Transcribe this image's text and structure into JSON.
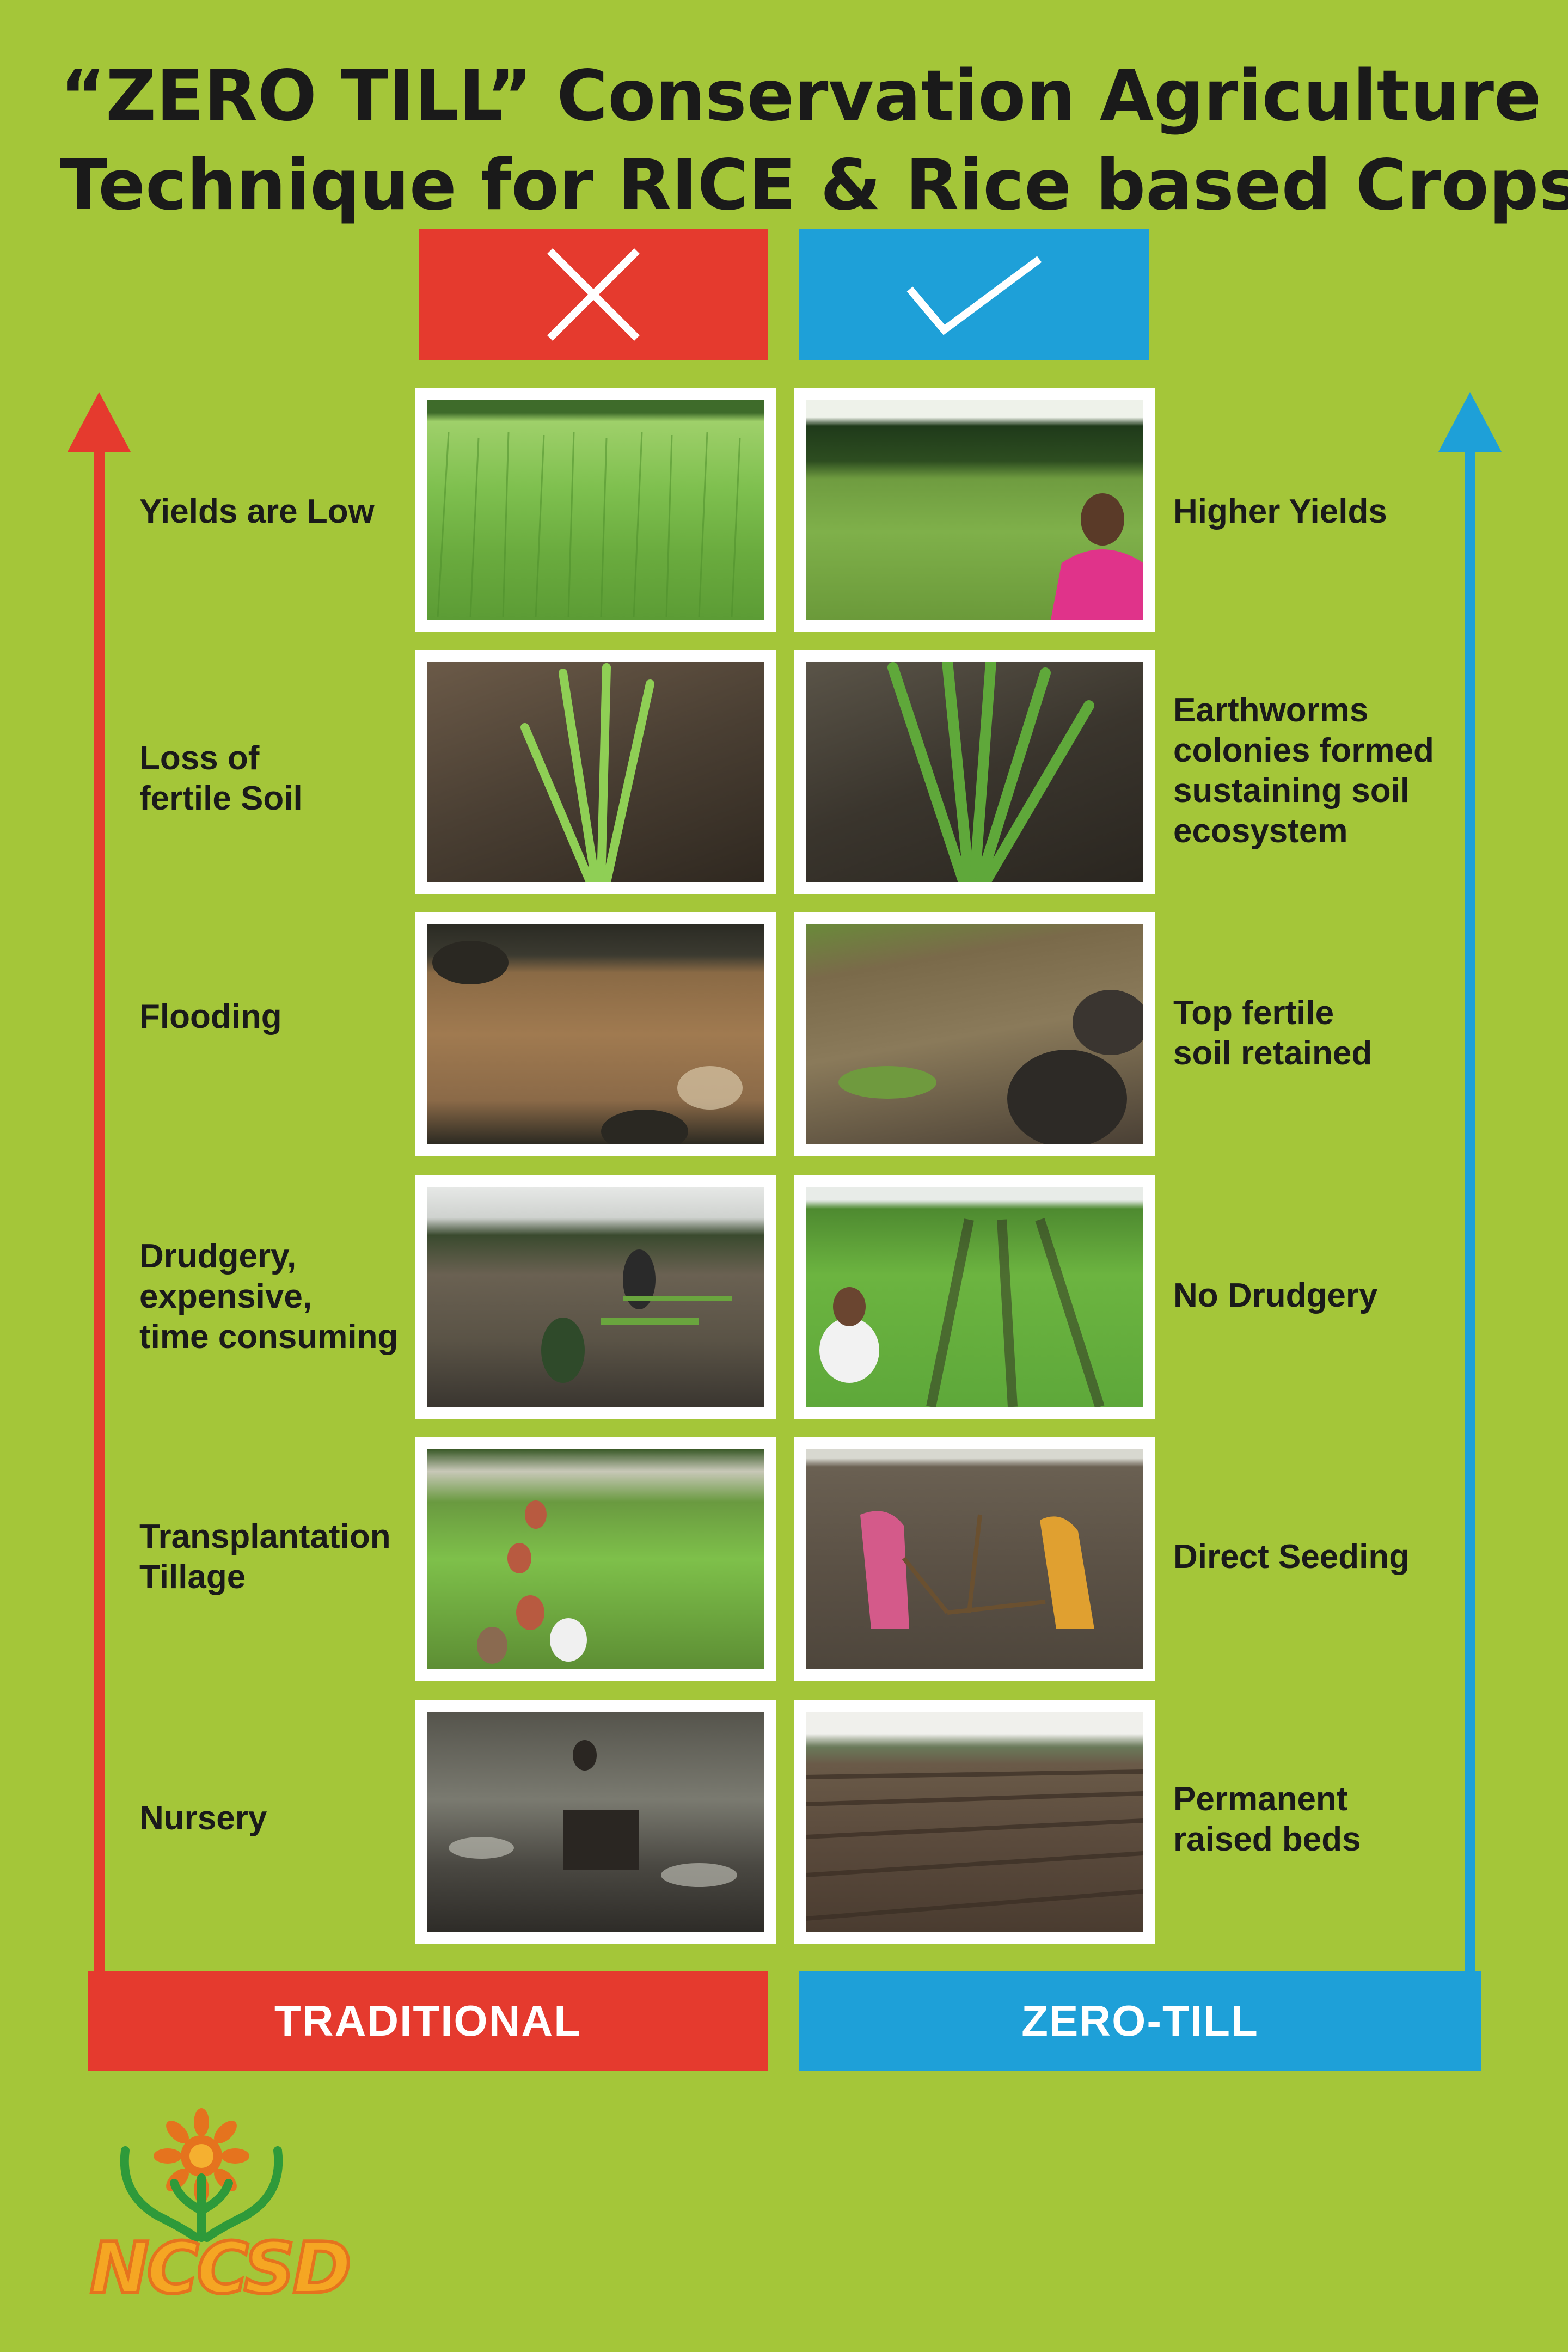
{
  "title": {
    "line1": "“ZERO TILL” Conservation Agriculture",
    "line2": "Technique for RICE & Rice based Crops."
  },
  "header_icons": {
    "left": "cross-icon",
    "right": "check-icon"
  },
  "rows": [
    {
      "left_lines": [
        "Yields are Low"
      ],
      "right_lines": [
        "Higher Yields"
      ]
    },
    {
      "left_lines": [
        "Loss of",
        "fertile Soil"
      ],
      "right_lines": [
        "Earthworms",
        "colonies formed",
        "sustaining soil",
        "ecosystem"
      ]
    },
    {
      "left_lines": [
        "Flooding"
      ],
      "right_lines": [
        "Top fertile",
        "soil retained"
      ]
    },
    {
      "left_lines": [
        "Drudgery,",
        "expensive,",
        "time consuming"
      ],
      "right_lines": [
        "No Drudgery"
      ]
    },
    {
      "left_lines": [
        "Transplantation",
        "Tillage"
      ],
      "right_lines": [
        "Direct Seeding"
      ]
    },
    {
      "left_lines": [
        "Nursery"
      ],
      "right_lines": [
        "Permanent",
        "raised beds"
      ]
    }
  ],
  "footer": {
    "left": "TRADITIONAL",
    "right": "ZERO-TILL"
  },
  "logo": {
    "text": "NCCSD"
  },
  "colors": {
    "background": "#a4c639",
    "red": "#e53a2e",
    "blue": "#1ea0d8",
    "logo_orange": "#f5a623"
  }
}
